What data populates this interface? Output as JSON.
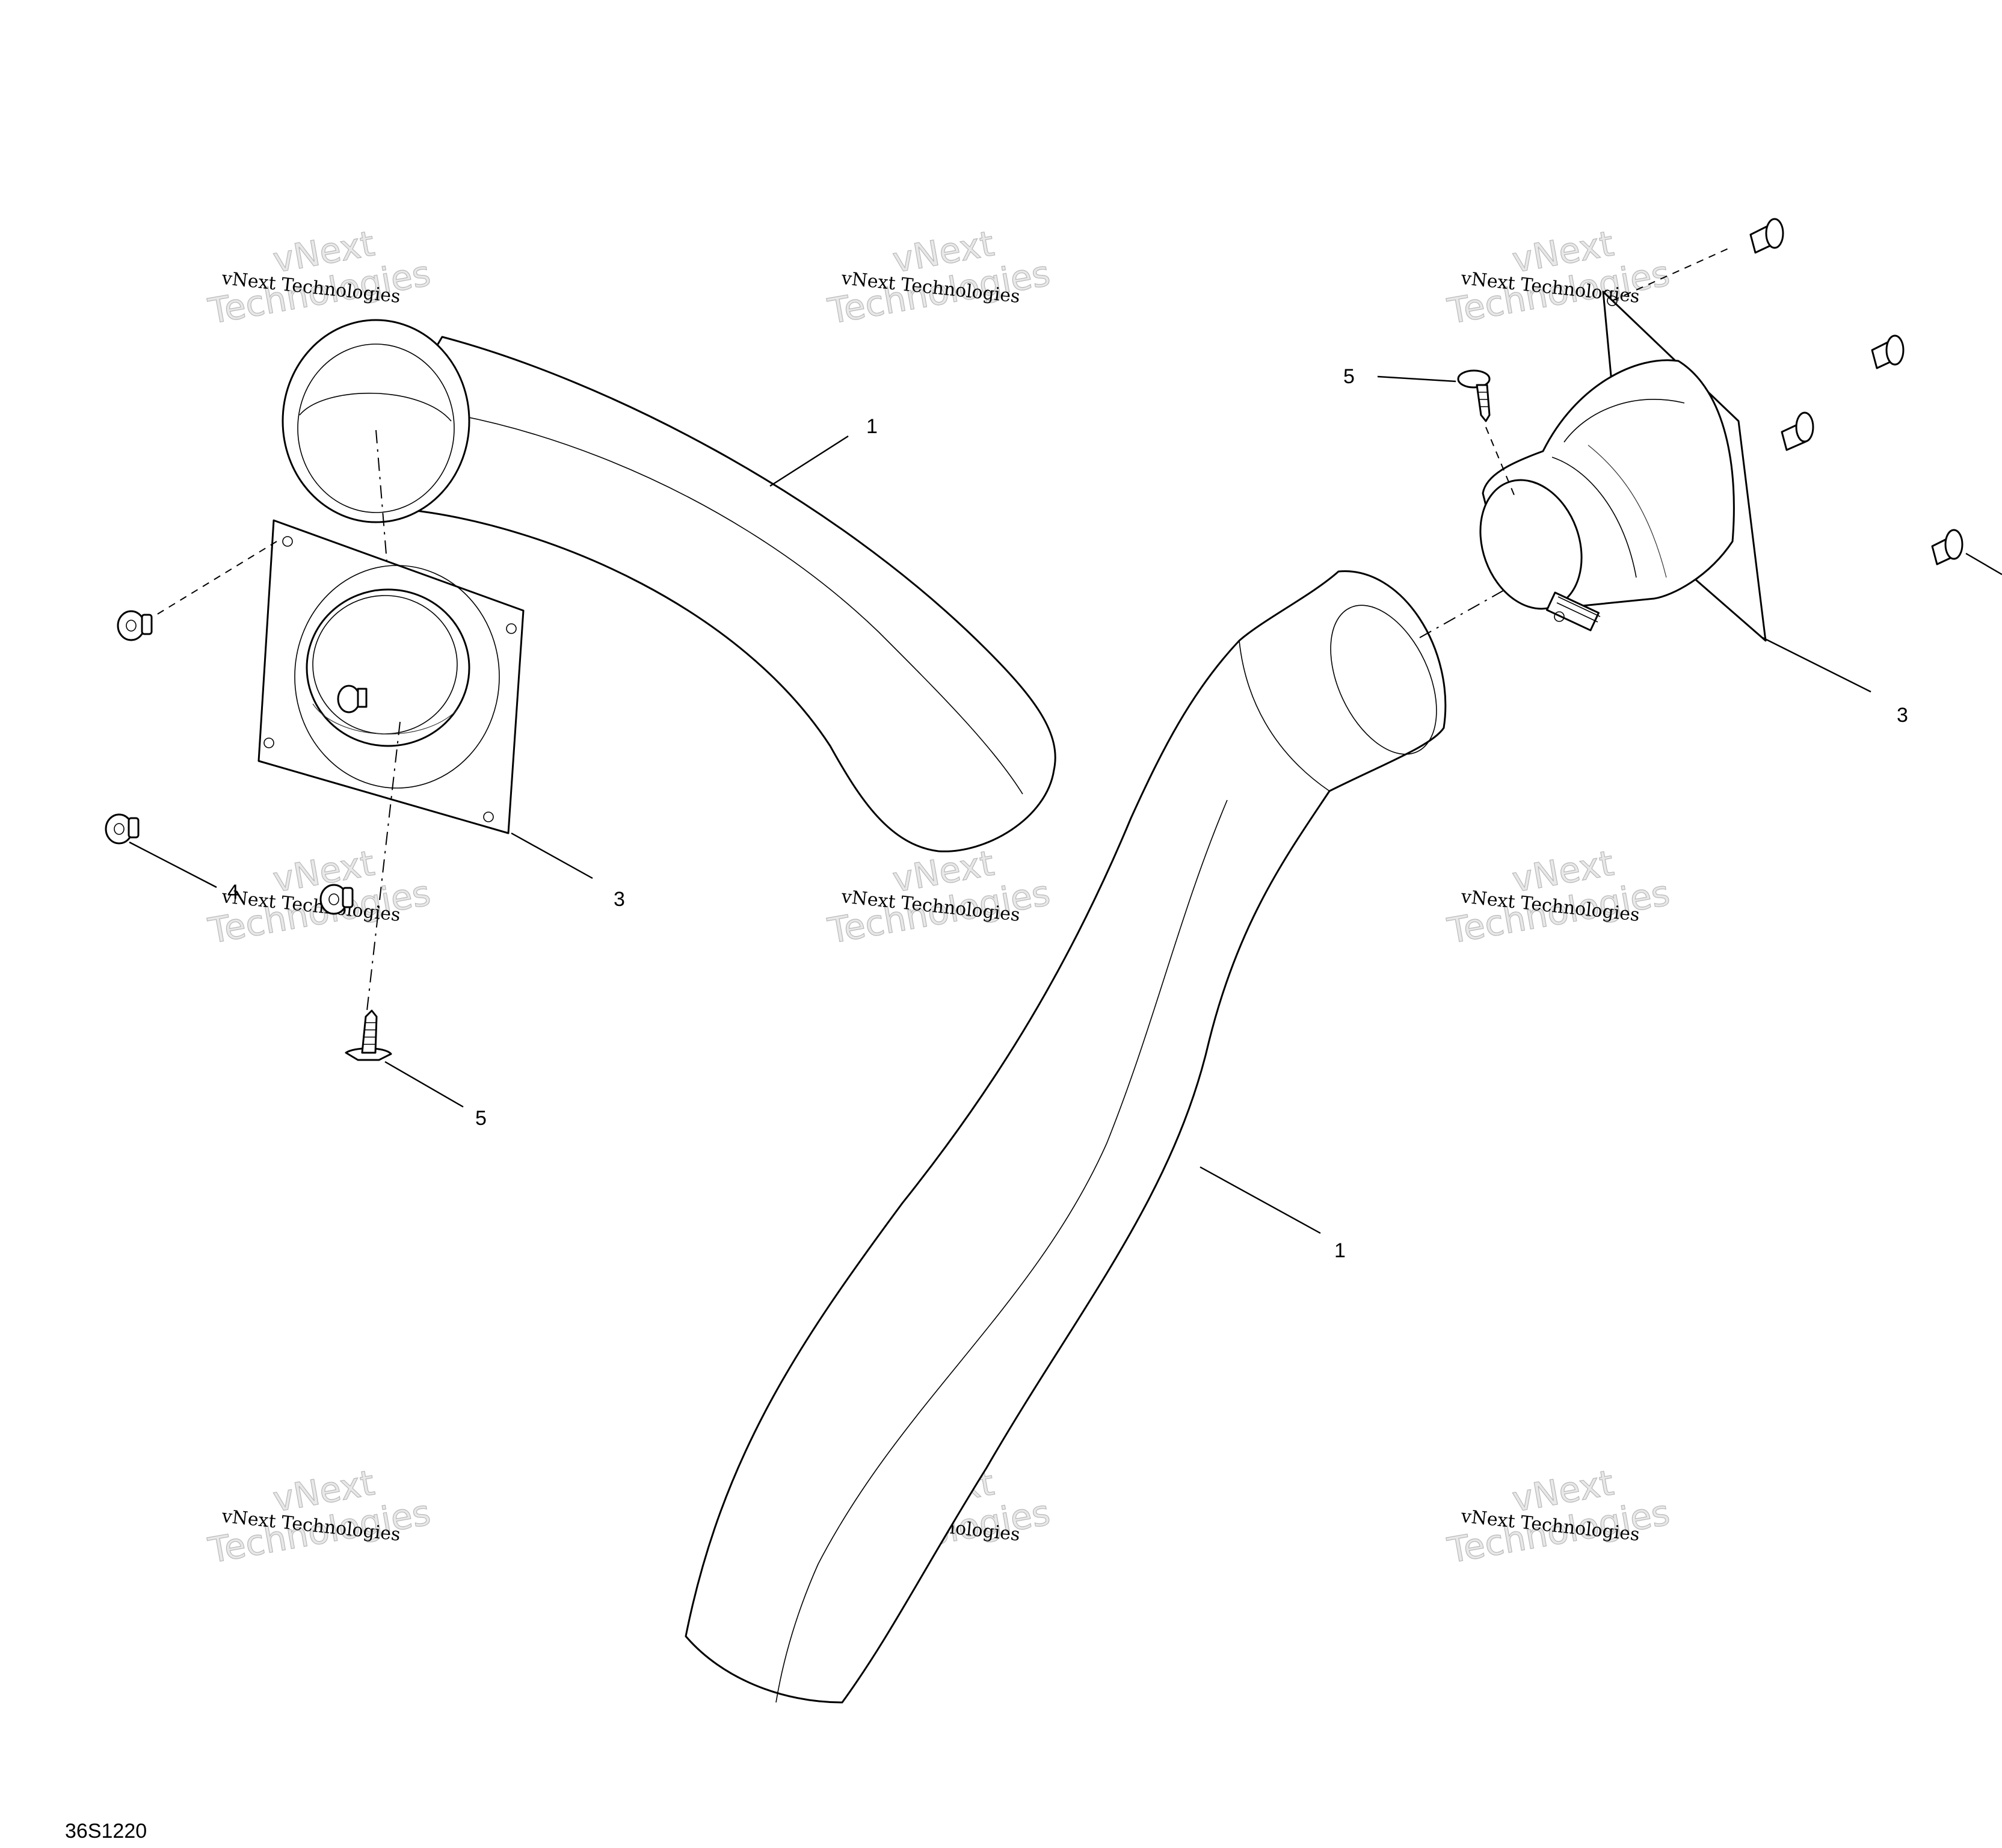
{
  "diagram": {
    "drawing_code": "36S1220",
    "callouts": {
      "left_duct": "1",
      "left_flange": "3",
      "left_fastener": "4",
      "left_screw": "5",
      "right_screw": "5",
      "right_flange": "3",
      "right_duct": "1"
    },
    "watermark": {
      "line_small": "vNext Technologies",
      "line_big_top": "vNext",
      "line_big_bottom": "Technologies"
    }
  }
}
